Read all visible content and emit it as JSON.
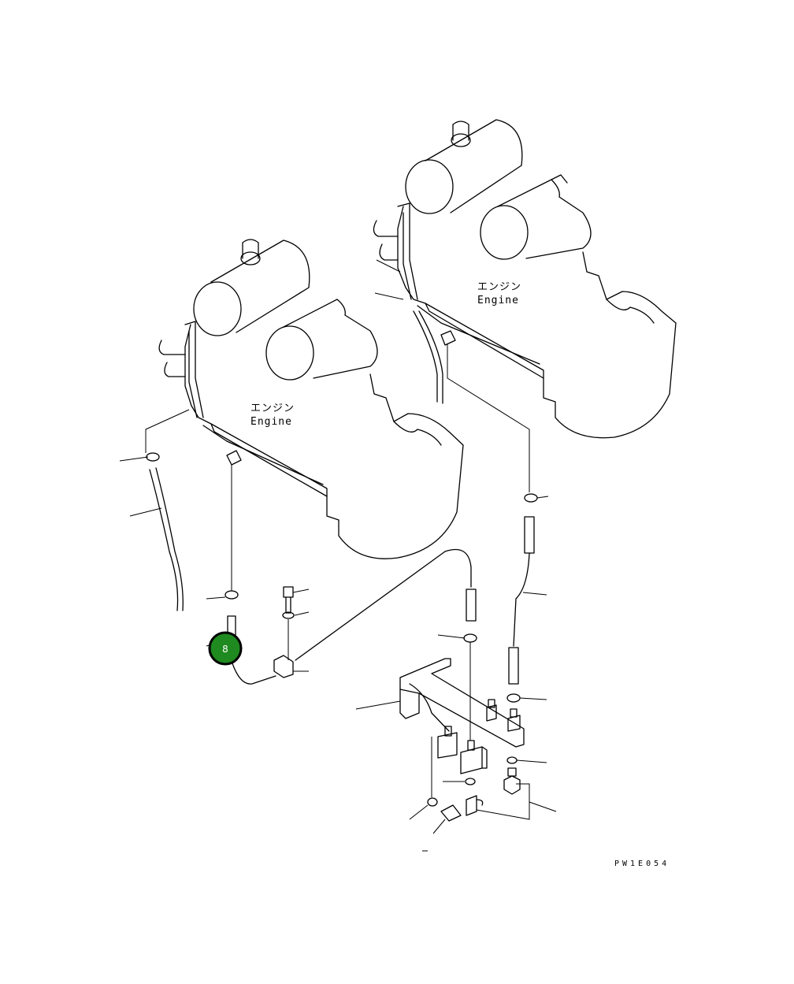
{
  "diagram": {
    "drawing_code": "PW1E054",
    "engine_labels": [
      {
        "ja": "エンジン",
        "en": "Engine"
      },
      {
        "ja": "エンジン",
        "en": "Engine"
      }
    ],
    "callout": {
      "number": "8",
      "fill": "#1f8a1f",
      "ring": "#000000"
    }
  }
}
